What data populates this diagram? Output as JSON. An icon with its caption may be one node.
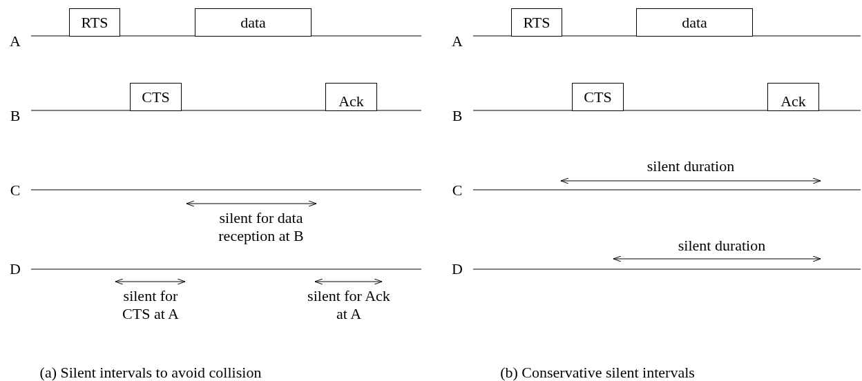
{
  "diagram": {
    "nodes": [
      {
        "text": [
          "RTS"
        ]
      },
      {
        "text": [
          "data"
        ]
      },
      {
        "text": [
          "CTS"
        ]
      },
      {
        "text": [
          "Ack"
        ]
      },
      {
        "text": [
          "RTS"
        ]
      },
      {
        "text": [
          "data"
        ]
      },
      {
        "text": [
          "CTS"
        ]
      },
      {
        "text": [
          "Ack"
        ]
      }
    ],
    "labels": [
      "A",
      "B",
      "C",
      "silent for data reception at B",
      "D",
      "silent for CTS at A",
      "silent for Ack at A",
      "(a) Silent intervals to avoid collision",
      "A",
      "B",
      "silent duration",
      "C",
      "silent duration",
      "D",
      "(b) Conservative silent intervals"
    ]
  }
}
